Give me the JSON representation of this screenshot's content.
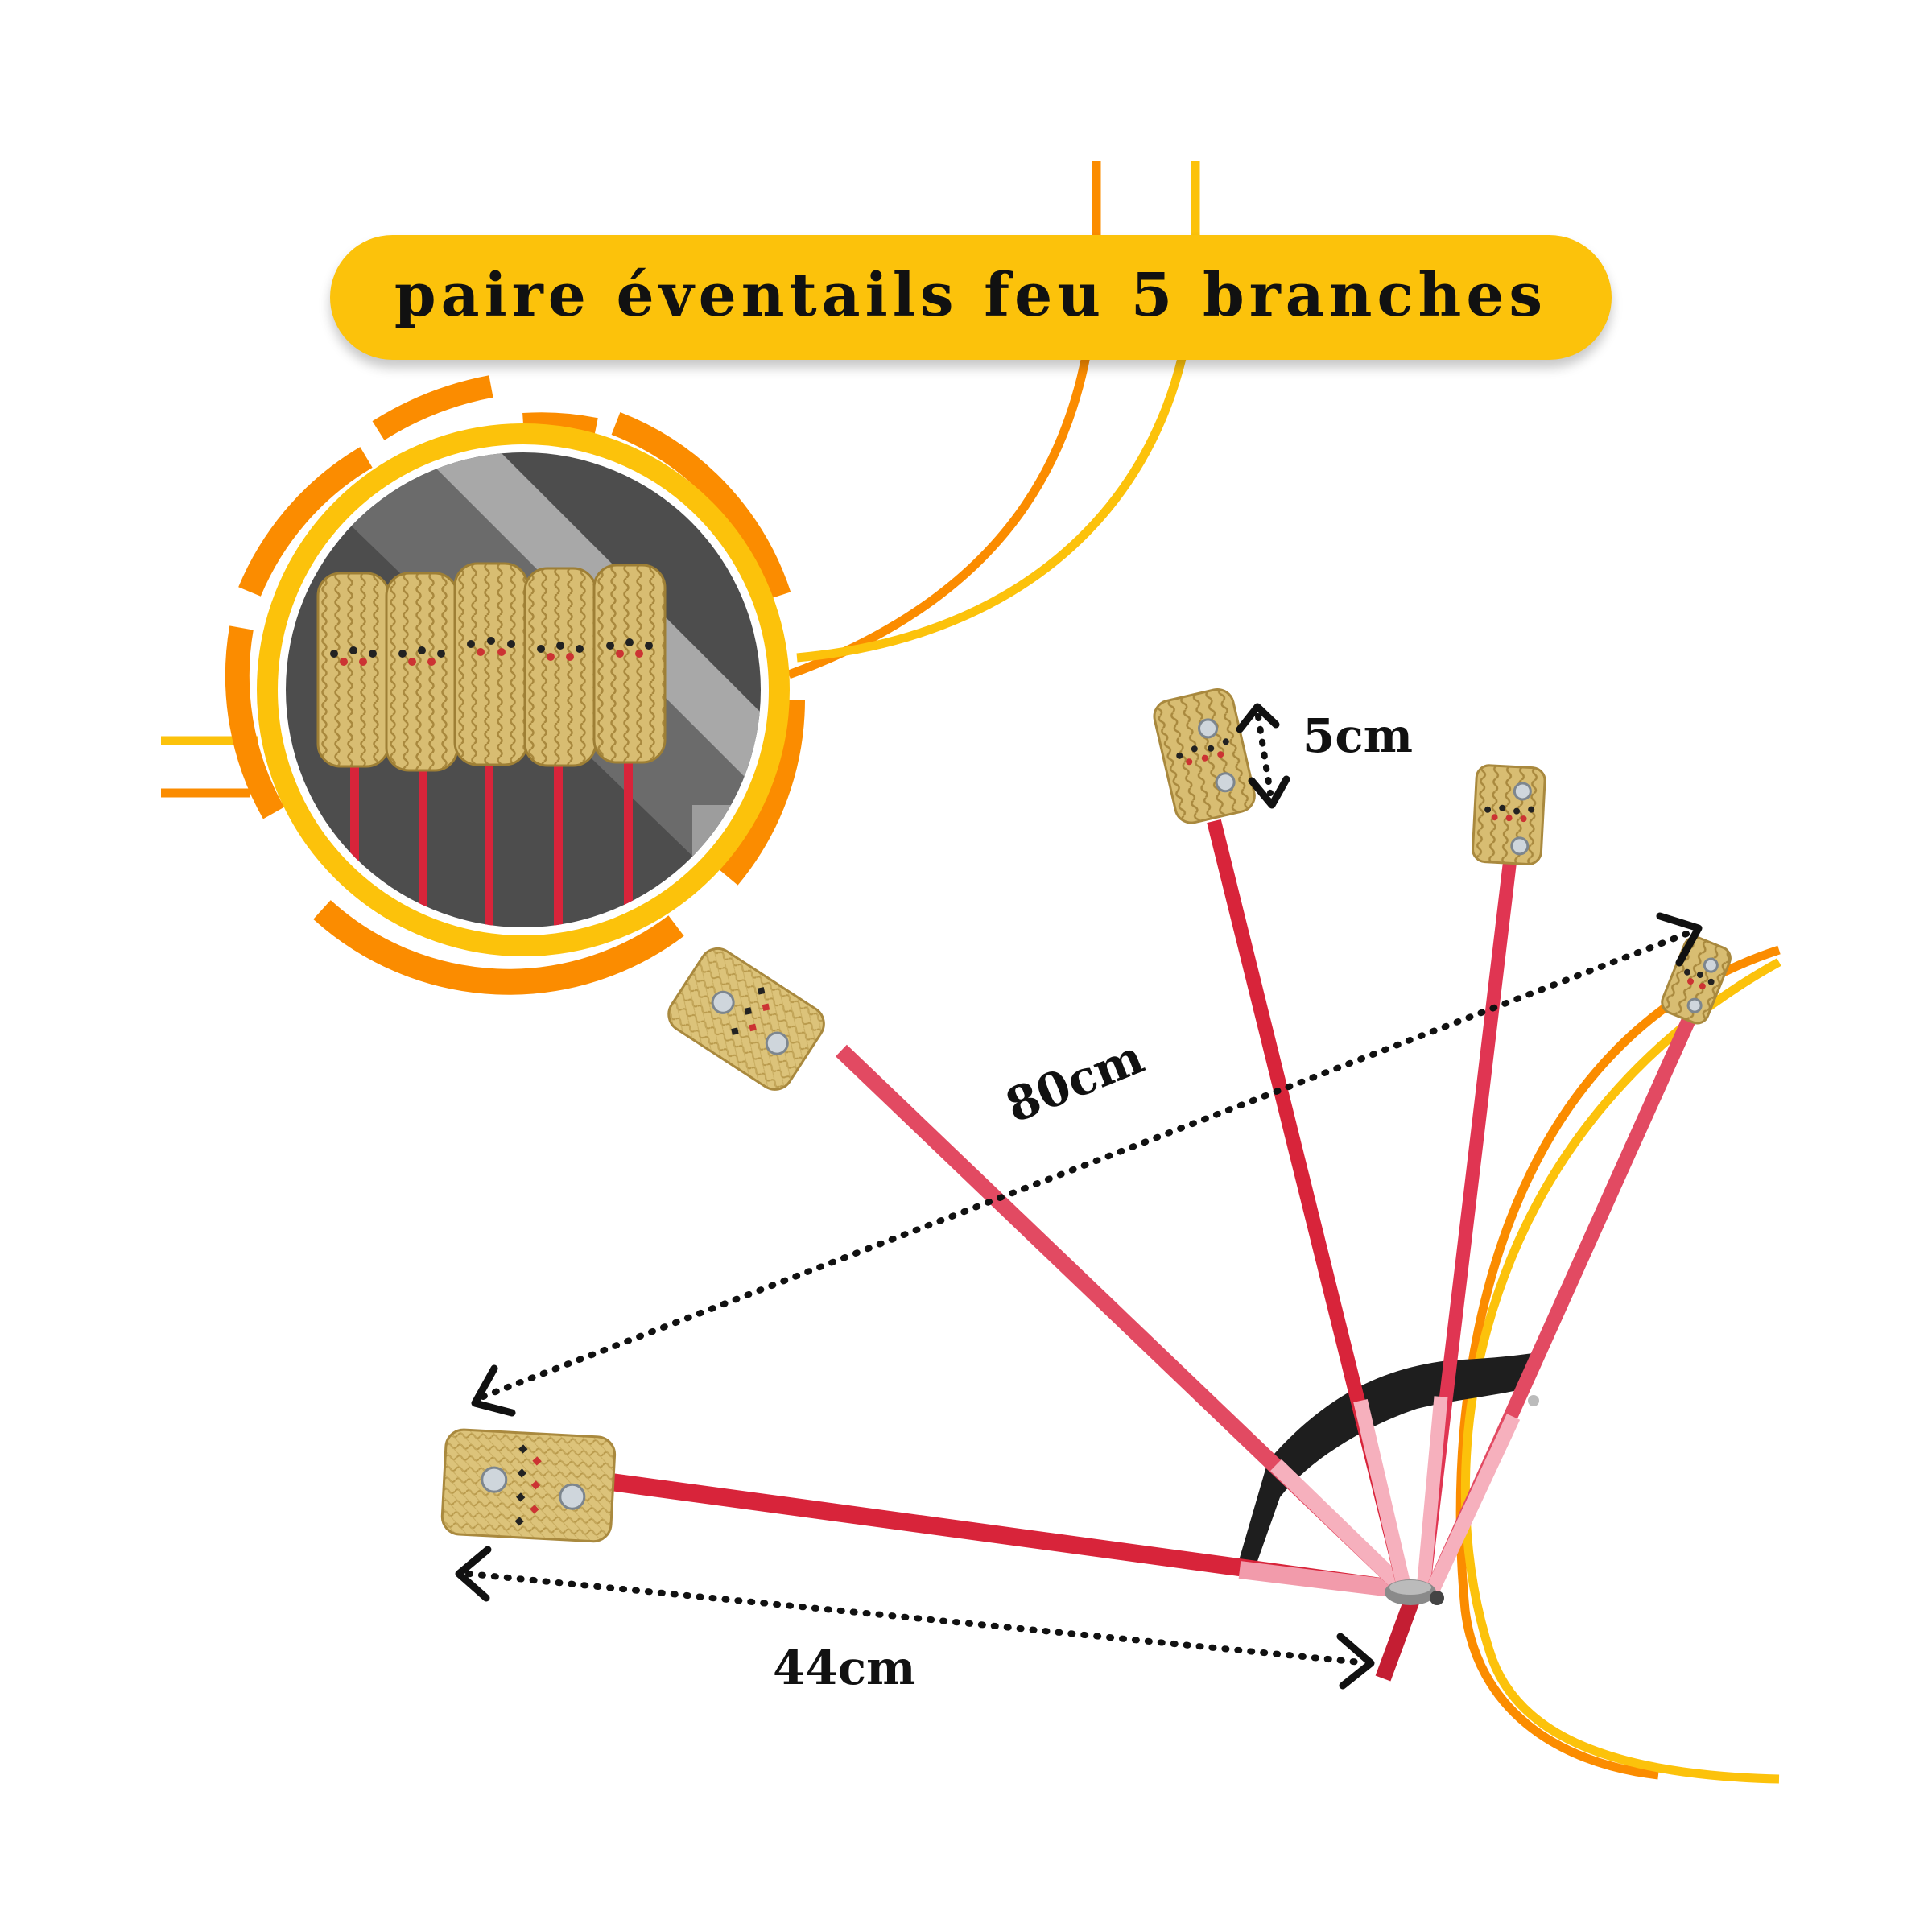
{
  "title": "paire éventails feu 5 branches",
  "dimensions": {
    "wick_height": "5cm",
    "total_span": "80cm",
    "branch_length": "44cm"
  },
  "colors": {
    "banner": "#fcc20b",
    "orange": "#fb8c00",
    "yellow": "#fcc20b",
    "rod": "#d8243a",
    "wick": "#d9bf6e"
  },
  "inset": {
    "wick_count": 5
  },
  "fan": {
    "branch_count": 5
  }
}
